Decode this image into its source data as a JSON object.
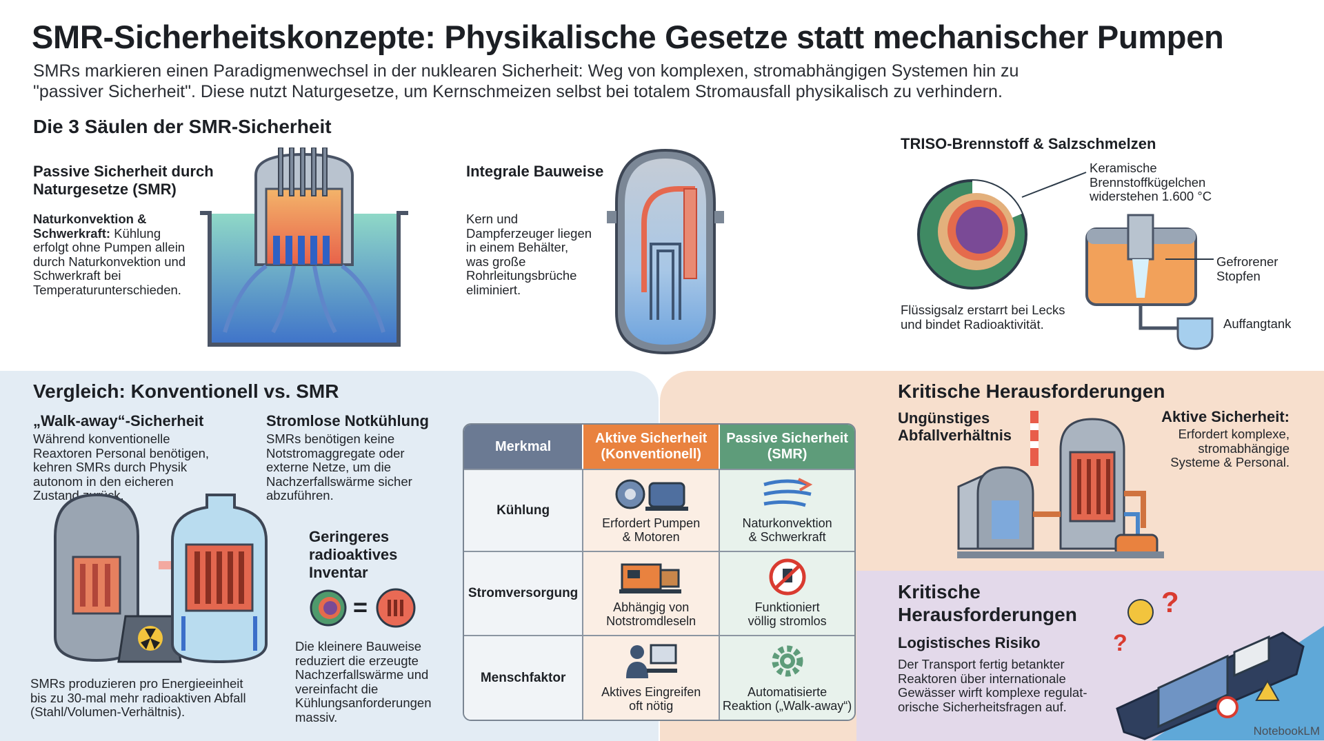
{
  "header": {
    "title": "SMR-Sicherheitskonzepte: Physikalische Gesetze statt mechanischer Pumpen",
    "intro_lines": [
      "SMRs markieren einen Paradigmenwechsel in der nuklearen Sicherheit: Weg von komplexen, stromabhängigen Systemen hin zu",
      "\"passiver Sicherheit\". Diese nutzt Naturgesetze, um Kernschmeizen selbst bei totalem Stromausfall physikalisch zu verhindern."
    ]
  },
  "pillars": {
    "heading": "Die 3 Säulen der SMR-Sicherheit",
    "passive": {
      "title_lines": [
        "Passive Sicherheit durch",
        "Naturgesetze (SMR)"
      ],
      "bold_lead_lines": [
        "Naturkonvektion &",
        "Schwerkraft:"
      ],
      "text_first": " Kühlung",
      "text_lines": [
        "erfolgt ohne Pumpen allein",
        "durch Naturkonvektion und",
        "Schwerkraft bei",
        "Temperaturunterschieden."
      ]
    },
    "integral": {
      "title": "Integrale Bauweise",
      "text_lines": [
        "Kern und",
        "Dampferzeuger liegen",
        "in einem Behälter,",
        "was große",
        "Rohrleitungsbrüche",
        "eliminiert."
      ]
    },
    "triso": {
      "title": "TRISO-Brennstoff & Salzschmelzen",
      "kugel_lines": [
        "Keramische",
        "Brennstoffkügelchen",
        "widerstehen 1.600 °C"
      ],
      "stopfen_lines": [
        "Gefrorener",
        "Stopfen"
      ],
      "salz_lines": [
        "Flüssigsalz erstarrt bei Lecks",
        "und bindet Radioaktivität."
      ],
      "tank": "Auffangtank"
    }
  },
  "comparison": {
    "heading": "Vergleich: Konventionell vs. SMR",
    "walkaway": {
      "title": "„Walk-away“-Sicherheit",
      "text_lines": [
        "Während konventionelle",
        "Reaxtoren Personal benötigen,",
        "kehren SMRs durch Physik",
        "autonom in den eicheren",
        "Zustand zurück."
      ]
    },
    "stromlos": {
      "title": "Stromlose Notkühlung",
      "text_lines": [
        "SMRs benötigen keine",
        "Notstromaggregate oder",
        "externe Netze, um die",
        "Nachzerfallswärme sicher",
        "abzuführen."
      ]
    },
    "inventar": {
      "title_lines": [
        "Geringeres",
        "radioaktives",
        "Inventar"
      ],
      "equals": "=",
      "text_lines": [
        "Die kleinere Bauweise",
        "reduziert die erzeugte",
        "Nachzerfallswärme und",
        "vereinfacht die",
        "Kühlungsanforderungen",
        "massiv."
      ]
    },
    "waste_lines": [
      "SMRs produzieren pro Energieeinheit",
      "bis zu 30-mal mehr radioaktiven Abfall",
      "(Stahl/Volumen-Verhältnis)."
    ]
  },
  "table": {
    "headers": {
      "merkmal": "Merkmal",
      "aktiv": [
        "Aktive Sicherheit",
        "(Konventionell)"
      ],
      "passiv": [
        "Passive Sicherheit",
        "(SMR)"
      ]
    },
    "rows": [
      {
        "feature": "Kühlung",
        "aktiv": [
          "Erfordert Pumpen",
          "& Motoren"
        ],
        "passiv": [
          "Naturkonvektion",
          "& Schwerkraft"
        ],
        "aktiv_icon": "pump-motor-icon",
        "passiv_icon": "airflow-icon"
      },
      {
        "feature": "Stromversorgung",
        "aktiv": [
          "Abhängig von",
          "Notstromdleseln"
        ],
        "passiv": [
          "Funktioniert",
          "völlig stromlos"
        ],
        "aktiv_icon": "diesel-generator-icon",
        "passiv_icon": "no-power-icon"
      },
      {
        "feature": "Menschfaktor",
        "aktiv": [
          "Aktives Eingreifen",
          "oft nötig"
        ],
        "passiv": [
          "Automatisierte",
          "Reaktion („Walk-away“)"
        ],
        "aktiv_icon": "operator-icon",
        "passiv_icon": "gear-automation-icon"
      }
    ]
  },
  "challenges": {
    "heading": "Kritische Herausforderungen",
    "abfall_lines": [
      "Ungünstiges",
      "Abfallverhältnis"
    ],
    "aktiv_title": "Aktive Sicherheit:",
    "aktiv_lines": [
      "Erfordert komplexe,",
      "stromabhängige",
      "Systeme & Personal."
    ],
    "heading2_lines": [
      "Kritische",
      "Herausforderungen"
    ],
    "logistik_title": "Logistisches Risiko",
    "logistik_lines": [
      "Der Transport fertig betankter",
      "Reaktoren über internationale",
      "Gewässer wirft komplexe regulat-",
      "orische Sicherheitsfragen auf."
    ]
  },
  "branding": {
    "logo": "NotebookLM"
  },
  "colors": {
    "orange": "#e9823f",
    "green": "#5e9c7a",
    "slate": "#6b7a93"
  }
}
